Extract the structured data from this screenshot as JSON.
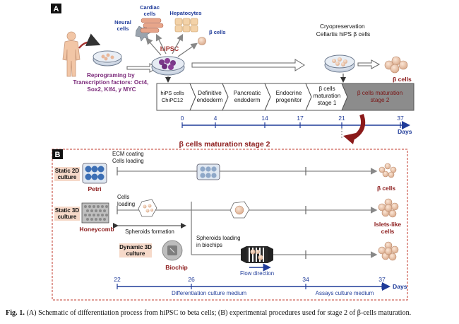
{
  "panel_a": {
    "label": "A",
    "cell_types": {
      "neural": "Neural cells",
      "cardiac": "Cardiac cells",
      "hepatocytes": "Hepatocytes",
      "beta": "β cells",
      "hipsc": "hiPSC"
    },
    "reprogramming": [
      "Reprograming by",
      "Transcription factors: Oct4,",
      "Sox2, Klf4, y MYC"
    ],
    "cryo": [
      "Cryopreservation",
      "Cellartis hiPS β cells"
    ],
    "beta_cells_label": "β cells",
    "stages": [
      {
        "lines": [
          "hiPS cells",
          "ChiPC12"
        ]
      },
      {
        "lines": [
          "Definitive",
          "endoderm"
        ]
      },
      {
        "lines": [
          "Pancreatic",
          "endoderm"
        ]
      },
      {
        "lines": [
          "Endocrine",
          "progenitor"
        ]
      },
      {
        "lines": [
          "β cells",
          "maturation",
          "stage 1"
        ]
      },
      {
        "lines": [
          "β cells maturation",
          "stage 2"
        ]
      }
    ],
    "timeline": {
      "ticks": [
        "0",
        "4",
        "14",
        "17",
        "21",
        "37"
      ],
      "unit": "Days"
    }
  },
  "panel_b": {
    "label": "B",
    "title": "β cells maturation stage 2",
    "rows": [
      {
        "culture": [
          "Static 2D",
          "culture"
        ],
        "device": "Petri",
        "steps": [
          "ECM coating",
          "Cells loading"
        ],
        "result": "β cells"
      },
      {
        "culture": [
          "Static 3D",
          "culture"
        ],
        "device": "Honeycomb",
        "steps": [
          "Cells",
          "loading"
        ],
        "note": "Spheroids formation",
        "result": [
          "Islets-like",
          "cells"
        ]
      },
      {
        "culture": [
          "Dynamic 3D",
          "culture"
        ],
        "device": "Biochip",
        "steps": [
          "Spheroids loading",
          "in biochips"
        ],
        "note": "Flow direction"
      }
    ],
    "timeline": {
      "ticks": [
        "22",
        "26",
        "34",
        "37"
      ],
      "unit": "Days",
      "media": [
        "Differentiation culture medium",
        "Assays culture medium"
      ]
    }
  },
  "caption": {
    "label": "Fig. 1.",
    "text": "(A) Schematic of differentiation process from hiPSC to beta cells; (B) experimental procedures used for stage 2 of β-cells maturation."
  },
  "colors": {
    "navy": "#1f3b99",
    "maroon": "#8b1a1a",
    "purple": "#7b2a7a",
    "stage_gray": "#8c8c8c",
    "pink_box": "#f6d9c9"
  }
}
